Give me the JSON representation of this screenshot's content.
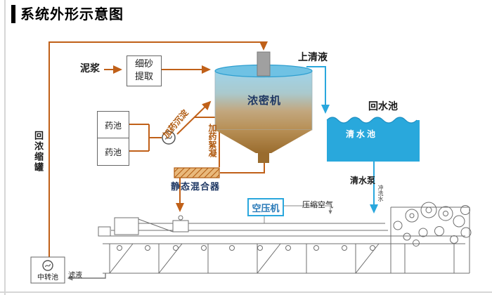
{
  "title": "系统外形示意图",
  "colors": {
    "pipe_orange": "#c06018",
    "pipe_blue": "#2aa7dd",
    "tank_blue": "#29a8dc",
    "label_navy": "#1f3864",
    "dose_text_orange": "#b05a10",
    "machine_gray": "#6f6f6f"
  },
  "nodes": {
    "mud": {
      "label": "泥浆"
    },
    "sand_extractor": {
      "label": "细砂提取"
    },
    "thickener": {
      "label": "浓密机"
    },
    "supernatant": {
      "label": "上清液"
    },
    "return_pool": {
      "label": "回水池"
    },
    "clear_pool": {
      "label": "清水池"
    },
    "clear_pump": {
      "label": "清水泵"
    },
    "flush_water": {
      "label": "冲洗水"
    },
    "chem_pool_1": {
      "label": "药池"
    },
    "chem_pool_2": {
      "label": "药池"
    },
    "dose_settle": {
      "label": "加药沉淀"
    },
    "dose_floc": {
      "label": "加药絮凝"
    },
    "static_mixer": {
      "label": "静态混合器"
    },
    "air_compressor": {
      "label": "空压机"
    },
    "compressed_air": {
      "label": "压缩空气"
    },
    "return_thickener_pipe": {
      "label": "回浓缩罐"
    },
    "transfer_pool": {
      "label": "中转池"
    },
    "filtrate": {
      "label": "滤液"
    }
  }
}
